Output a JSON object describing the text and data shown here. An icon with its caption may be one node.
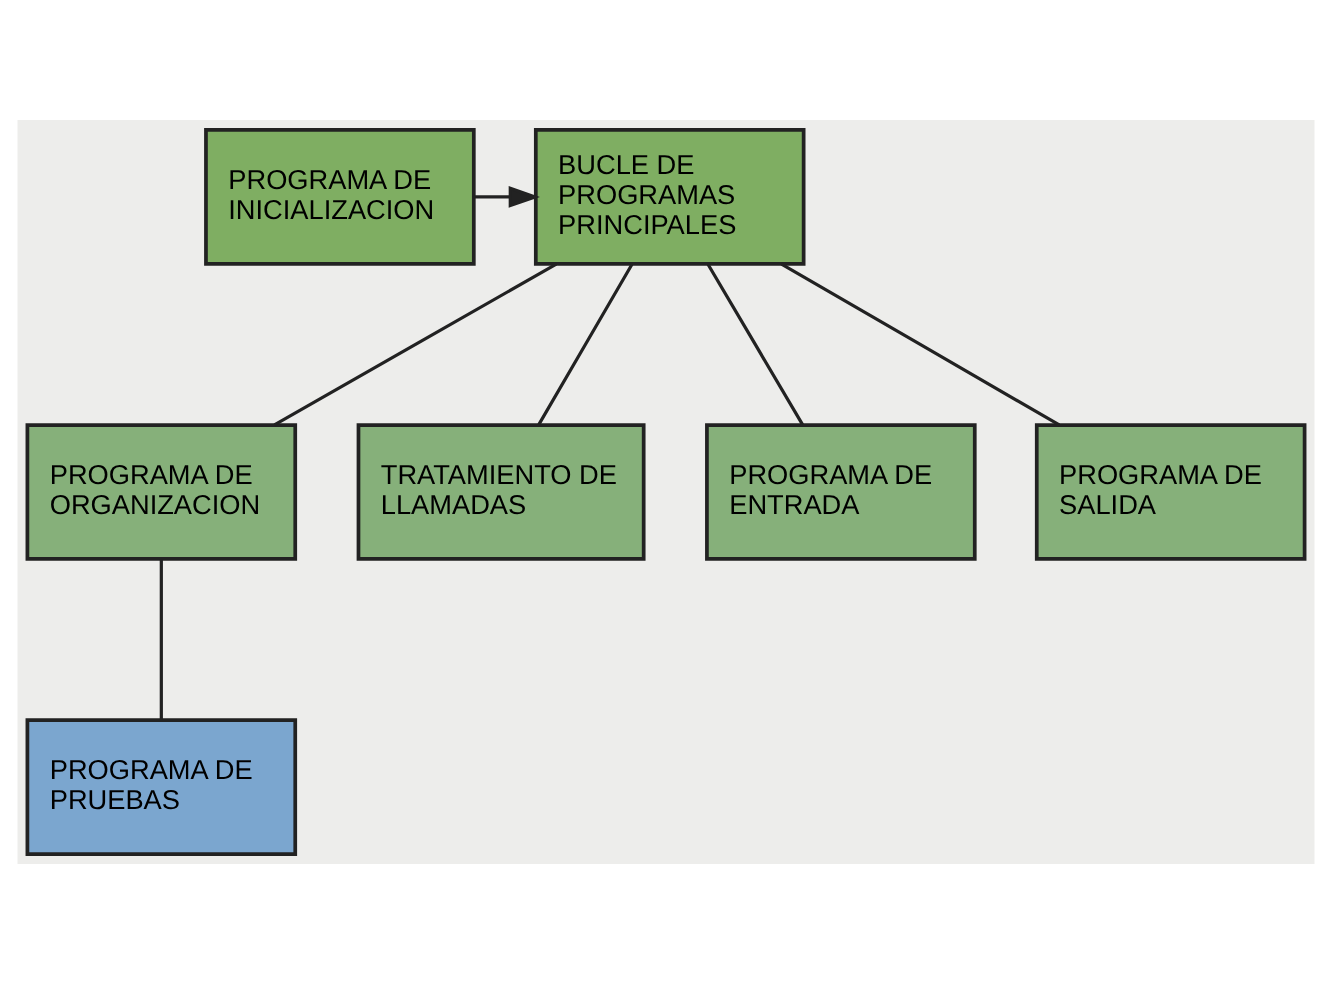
{
  "diagram": {
    "nodes": [
      {
        "text": [
          "PROGRAMA DE INICIALIZACION"
        ]
      },
      {
        "text": [
          "BUCLE DE PROGRAMAS PRINCIPALES"
        ]
      },
      {
        "text": [
          "PROGRAMA DE ORGANIZACION"
        ]
      },
      {
        "text": [
          "TRATAMIENTO DE LLAMADAS"
        ]
      },
      {
        "text": [
          "PROGRAMA DE ENTRADA"
        ]
      },
      {
        "text": [
          "PROGRAMA DE SALIDA"
        ]
      },
      {
        "text": [
          "PROGRAMA DE PRUEBAS"
        ]
      }
    ],
    "edges": [
      {
        "from": 0,
        "to": 1,
        "arrow": "to"
      },
      {
        "from": 1,
        "to": 2,
        "arrow": "none"
      },
      {
        "from": 1,
        "to": 3,
        "arrow": "none"
      },
      {
        "from": 1,
        "to": 4,
        "arrow": "none"
      },
      {
        "from": 1,
        "to": 5,
        "arrow": "none"
      },
      {
        "from": 2,
        "to": 6,
        "arrow": "none"
      }
    ]
  }
}
